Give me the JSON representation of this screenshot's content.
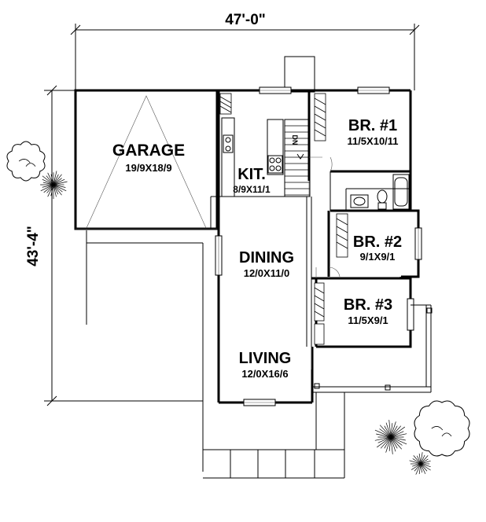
{
  "dimensions": {
    "width": "47'-0\"",
    "depth": "43'-4\""
  },
  "rooms": {
    "garage": {
      "name": "GARAGE",
      "size": "19/9X18/9"
    },
    "kitchen": {
      "name": "KIT.",
      "size": "8/9X11/1"
    },
    "dining": {
      "name": "DINING",
      "size": "12/0X11/0"
    },
    "living": {
      "name": "LIVING",
      "size": "12/0X16/6"
    },
    "br1": {
      "name": "BR. #1",
      "size": "11/5X10/11"
    },
    "br2": {
      "name": "BR. #2",
      "size": "9/1X9/1"
    },
    "br3": {
      "name": "BR. #3",
      "size": "11/5X9/1"
    }
  },
  "stair_label": "DN",
  "colors": {
    "line": "#000000",
    "background": "#ffffff"
  }
}
